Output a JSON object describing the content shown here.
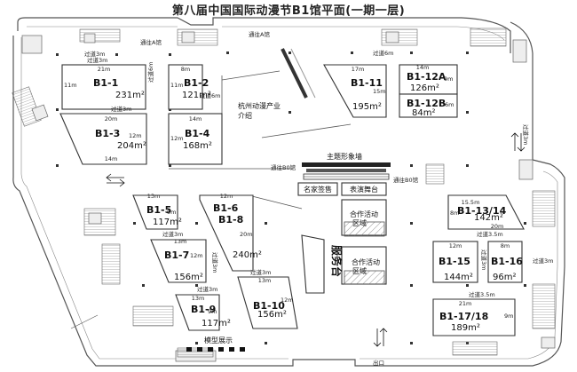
{
  "title": "第八届中国国际动漫节B1馆平面(一期一层)",
  "booths": {
    "b1_1": {
      "name": "B1-1",
      "area": "231m²",
      "w": "21m",
      "h": "11m"
    },
    "b1_2": {
      "name": "B1-2",
      "area": "121m²",
      "w": "8m",
      "h": "11m"
    },
    "b1_3": {
      "name": "B1-3",
      "area": "204m²",
      "w": "20m",
      "h": "12m",
      "w2": "14m"
    },
    "b1_4": {
      "name": "B1-4",
      "area": "168m²",
      "w": "14m",
      "h": "12m"
    },
    "b1_5": {
      "name": "B1-5",
      "area": "117m²",
      "w": "13m",
      "h": "9m"
    },
    "b1_6_8": {
      "name1": "B1-6",
      "name2": "B1-8",
      "area": "240m²",
      "w": "12m",
      "h": "20m"
    },
    "b1_7": {
      "name": "B1-7",
      "area": "156m²",
      "w": "13m",
      "h": "12m"
    },
    "b1_9": {
      "name": "B1-9",
      "area": "117m²",
      "w": "13m",
      "h": "9m"
    },
    "b1_10": {
      "name": "B1-10",
      "area": "156m²",
      "w": "13m",
      "h": "12m"
    },
    "b1_11": {
      "name": "B1-11",
      "area": "195m²",
      "w": "17m",
      "h": "15m"
    },
    "b1_12a": {
      "name": "B1-12A",
      "area": "126m²",
      "w": "14m",
      "h": "9m"
    },
    "b1_12b": {
      "name": "B1-12B",
      "area": "84m²",
      "h": "6m"
    },
    "b1_13_14": {
      "name": "B1-13/14",
      "area": "142m²",
      "w": "15.5m",
      "w2": "20m",
      "h": "8m"
    },
    "b1_15": {
      "name": "B1-15",
      "area": "144m²",
      "w": "12m"
    },
    "b1_16": {
      "name": "B1-16",
      "area": "96m²",
      "w": "8m"
    },
    "b1_17_18": {
      "name": "B1-17/18",
      "area": "189m²",
      "w": "21m",
      "h": "9m"
    }
  },
  "labels": {
    "aisle_3m": "过道3m",
    "aisle_6m": "过道6m",
    "aisle_3_5m": "过道3.5m",
    "to_hall_a": "通往A馆",
    "to_hall_b0": "通往B0馆",
    "hangzhou_1": "杭州动漫产业",
    "hangzhou_2": "介绍",
    "theme_wall": "主题形象墙",
    "celebrity_sign": "名家签售",
    "stage": "表演舞台",
    "coop_1": "合作活动",
    "coop_2": "区域",
    "service_desk": "服务台",
    "model_display": "模型展示",
    "exit": "出口"
  }
}
